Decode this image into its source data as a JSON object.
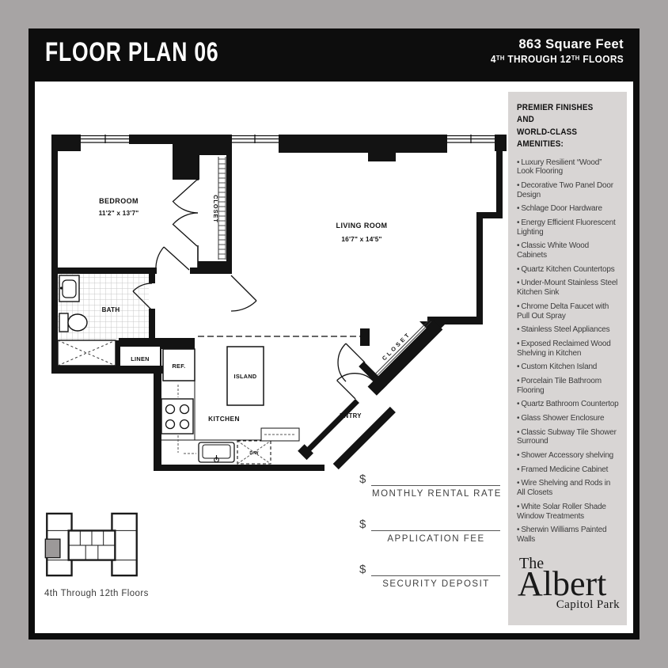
{
  "header": {
    "title": "FLOOR PLAN 06",
    "area": "863 Square Feet",
    "floors": [
      "4",
      "TH",
      " THROUGH 12",
      "TH",
      " FLOORS"
    ]
  },
  "plan": {
    "bedroom_name": "BEDROOM",
    "bedroom_dims": "11'2\" x 13'7\"",
    "living_name": "LIVING ROOM",
    "living_dims": "16'7\" x 14'5\"",
    "bath": "BATH",
    "linen": "LINEN",
    "closet": "CLOSET",
    "entry_closet": "CLOSET",
    "kitchen": "KITCHEN",
    "island": "ISLAND",
    "ref": "REF.",
    "dw": "D/W",
    "entry": "ENTRY"
  },
  "amenities": {
    "heading": "PREMIER FINISHES AND\nWORLD-CLASS AMENITIES:",
    "bullet": "•",
    "items": [
      "Luxury Resilient “Wood” Look Flooring",
      "Decorative Two Panel Door Design",
      "Schlage Door Hardware",
      "Energy Efficient Fluorescent Lighting",
      "Classic White Wood Cabinets",
      "Quartz Kitchen Countertops",
      "Under-Mount Stainless Steel Kitchen Sink",
      "Chrome Delta Faucet with Pull Out Spray",
      "Stainless Steel Appliances",
      "Exposed Reclaimed Wood Shelving in Kitchen",
      "Custom Kitchen Island",
      "Porcelain Tile Bathroom Flooring",
      "Quartz Bathroom Countertop",
      "Glass Shower Enclosure",
      "Classic Subway Tile Shower Surround",
      "Shower Accessory shelving",
      "Framed Medicine Cabinet",
      "Wire Shelving and Rods in All Closets",
      "White Solar Roller Shade Window Treatments",
      "Sherwin Williams Painted Walls"
    ]
  },
  "pricing": {
    "currency": "$",
    "rows": [
      {
        "label": "MONTHLY RENTAL RATE"
      },
      {
        "label": "APPLICATION FEE"
      },
      {
        "label": "SECURITY DEPOSIT"
      }
    ]
  },
  "keyplan": {
    "caption": "4th Through 12th Floors"
  },
  "logo": {
    "the": "The",
    "name": "Albert",
    "sub": "Capitol Park"
  },
  "colors": {
    "page_background": "#a7a4a4",
    "frame": "#0d0d0d",
    "panel": "#d8d5d4",
    "ink": "#131313",
    "body_text": "#3d3d3d",
    "keyplan_unit": "#9c9999"
  }
}
